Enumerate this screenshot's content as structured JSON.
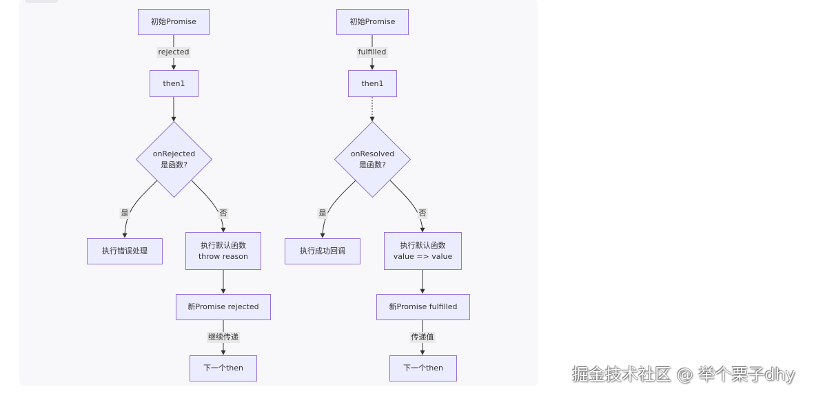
{
  "left_flow": {
    "start": "初始Promise",
    "edge_state": "rejected",
    "then": "then1",
    "decision_line1": "onRejected",
    "decision_line2": "是函数?",
    "yes_label": "是",
    "no_label": "否",
    "yes_action": "执行错误处理",
    "no_action_line1": "执行默认函数",
    "no_action_line2": "throw reason",
    "new_promise": "新Promise rejected",
    "pass_label": "继续传递",
    "next_then": "下一个then"
  },
  "right_flow": {
    "start": "初始Promise",
    "edge_state": "fulfilled",
    "then": "then1",
    "decision_line1": "onResolved",
    "decision_line2": "是函数?",
    "yes_label": "是",
    "no_label": "否",
    "yes_action": "执行成功回调",
    "no_action_line1": "执行默认函数",
    "no_action_line2": "value => value",
    "new_promise": "新Promise fulfilled",
    "pass_label": "传递值",
    "next_then": "下一个then"
  },
  "watermark": "掘金技术社区 @ 举个栗子dhy",
  "colors": {
    "node_fill": "#ececff",
    "node_stroke": "#9370db",
    "edge": "#333333",
    "label_bg": "#e8e8e8"
  }
}
